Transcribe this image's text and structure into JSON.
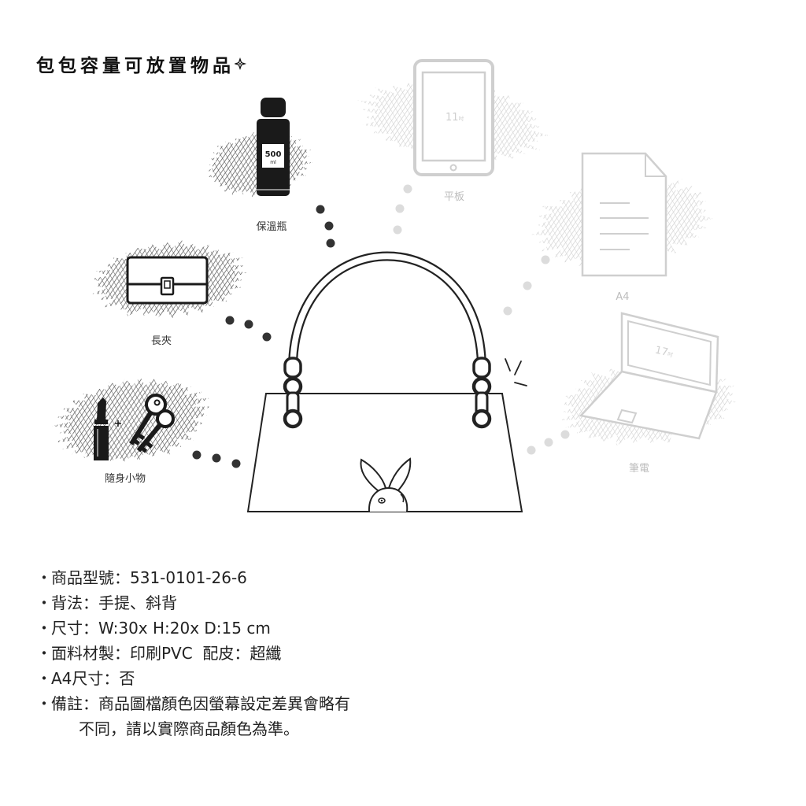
{
  "title": "包包容量可放置物品",
  "title_icon": "sparkle-icon",
  "items": {
    "thermos": {
      "label": "保溫瓶",
      "capacity": "500",
      "unit": "ml",
      "icon": "thermos-icon"
    },
    "wallet": {
      "label": "長夾",
      "icon": "wallet-icon"
    },
    "accessories": {
      "label": "隨身小物",
      "icons": [
        "lipstick-icon",
        "plus-icon",
        "keys-icon"
      ]
    },
    "tablet": {
      "label": "平板",
      "size": "11",
      "unit": "吋",
      "icon": "tablet-icon"
    },
    "a4": {
      "label": "A4",
      "icon": "document-icon"
    },
    "laptop": {
      "label": "筆電",
      "size": "17",
      "unit": "吋",
      "icon": "laptop-icon"
    }
  },
  "specs": {
    "bullet": "・",
    "lines": [
      "商品型號：531-0101-26-6",
      "背法：手提、斜背",
      "尺寸：W:30x H:20x D:15 cm",
      "面料材製：印刷PVC  配皮：超纖",
      "A4尺寸：否",
      "備註：商品圖檔顏色因螢幕設定差異會略有"
    ],
    "note_continuation": "不同，請以實際商品顏色為準。"
  },
  "colors": {
    "ink_dark": "#1a1a1a",
    "ink_light": "#cfcfcf",
    "scribble_dark": "#5a5a5a",
    "scribble_light": "#d4d4d4",
    "text": "#222222",
    "dot_dark": "#333333",
    "dot_light": "#dcdcdc"
  }
}
